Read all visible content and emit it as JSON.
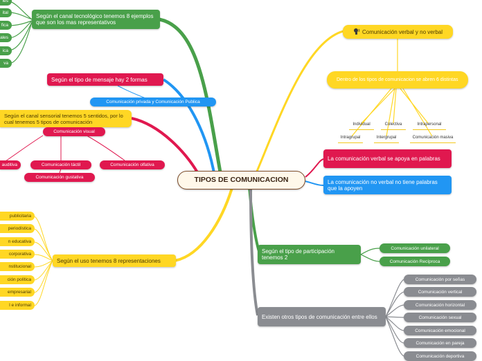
{
  "root": {
    "label": "TIPOS DE COMUNICACION"
  },
  "colors": {
    "green": "#49a04a",
    "red": "#e0184f",
    "blue": "#2196f3",
    "yellow": "#ffd724",
    "gray": "#8a8c91"
  },
  "verbal_no_verbal": {
    "label": "Comunicación verbal y no verbal",
    "icon": "speaking-head-icon",
    "sub": "Dentro de los tipos de comunicacion se abren 6 distintas",
    "types": [
      "Individual",
      "Colectiva",
      "Intrapersonal",
      "Intragrupal",
      "Intergrupal",
      "Comunicación masiva"
    ],
    "verbal": "La comunicación verbal se apoya en palabras",
    "no_verbal": "La comunicación no verbal no tiene palabras que la apoyen"
  },
  "tecnologico": {
    "label": "Según el canal tecnológico tenemos 8 ejemplos que son los mas representativos",
    "items": [
      "les",
      "ital",
      "fica",
      "ales",
      "ica",
      "va"
    ]
  },
  "mensaje": {
    "label": "Según el tipo de mensaje hay 2 formas",
    "item": "Comunicación privada y Comunicación Publica"
  },
  "sensorial": {
    "label": "Según el canal sensorial tenemos 5 sentidos, por lo cual tenemos 5 tipos de comunicación",
    "items": [
      "Comunicación visual",
      "auditiva",
      "Comunicación táctil",
      "Comunicación olfativa",
      "Comunicación gustativa"
    ]
  },
  "uso": {
    "label": "Según el uso tenemos 8 representaciones",
    "items": [
      "publicitaria",
      "periodística",
      "n educativa",
      "corporativa",
      "nstitucional",
      "ción política",
      "empresarial",
      "l e informal"
    ]
  },
  "participacion": {
    "label": "Según el tipo de participación tenemos 2",
    "items": [
      "Comunicación unilateral",
      "Comunicación Recíproca"
    ]
  },
  "otros": {
    "label": "Existen otros tipos de comunicación entre ellos",
    "items": [
      "Comunicación por señas",
      "Comunicación vertical",
      "Comunicación horizontal",
      "Comunicación sexual",
      "Comunicación emocional",
      "Comunicación en pareja",
      "Comunicación deportiva"
    ]
  }
}
